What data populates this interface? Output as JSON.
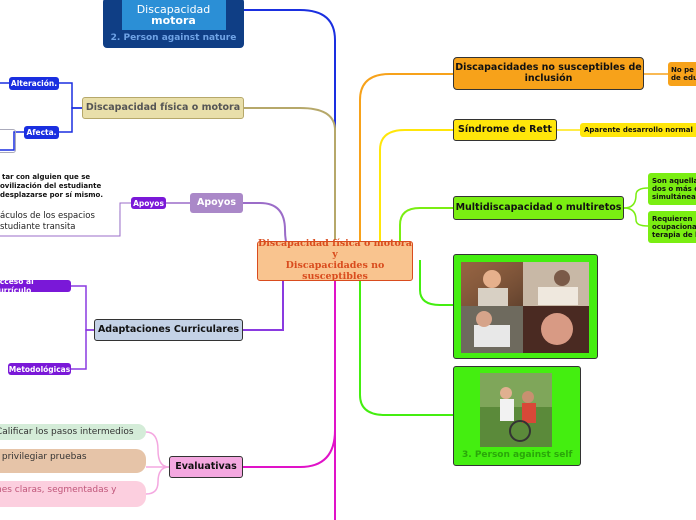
{
  "center": {
    "line1": "Discapacidad física o motora y",
    "line2": "Discapacidades no susceptibles"
  },
  "top_card": {
    "logo_line1": "Discapacidad",
    "logo_line2": "motora",
    "caption": "2. Person against nature"
  },
  "left": {
    "fisica_motora": "Discapacidad física o motora",
    "alteracion": "Alteración.",
    "afecta": "Afecta.",
    "apoyos": "Apoyos",
    "apoyos_tag": "Apoyos",
    "apoyos_note_1": "tar con alguien que se",
    "apoyos_note_2": "ovilización del estudiante",
    "apoyos_note_3": "desplazarse por sí mismo.",
    "espacios_1": "áculos de los espacios",
    "espacios_2": "studiante transita",
    "adaptaciones": "Adaptaciones Curriculares",
    "acceso": "Acceso al currículo",
    "metodologicas": "Metodológicas",
    "evaluativas": "Evaluativas",
    "eval_1": "Calificar los pasos intermedios",
    "eval_2": "; privilegiar pruebas",
    "eval_3": "nes claras, segmentadas y"
  },
  "right": {
    "no_susceptibles_1": "Discapacidades no susceptibles de",
    "no_susceptibles_2": "inclusión",
    "no_susc_note_1": "No pe",
    "no_susc_note_2": "de edu",
    "rett": "Síndrome de Rett",
    "rett_note": "Aparente desarrollo normal",
    "multi": "Multidiscapacidad o multiretos",
    "multi_note1_1": "Son aquella",
    "multi_note1_2": "dos o más d",
    "multi_note1_3": "simultánea",
    "multi_note2_1": "Requieren",
    "multi_note2_2": "ocupaciona",
    "multi_note2_3": "terapia de l",
    "photo_caption": "3. Person against self"
  },
  "colors": {
    "center_bg": "#f9c48f",
    "center_border": "#d94c1e",
    "center_text": "#d94c1e",
    "tan": "#e9dfaa",
    "purple": "#aa88c8",
    "blue_gray": "#c4d2e6",
    "pink": "#f4a8e0",
    "blue_tag": "#1a2fe0",
    "violet_tag": "#7a18d8",
    "orange": "#f7a21a",
    "yellow": "#ffe60a",
    "green": "#7aee12",
    "bright_green": "#44ee10",
    "dark_blue_card": "#0f3e85"
  }
}
